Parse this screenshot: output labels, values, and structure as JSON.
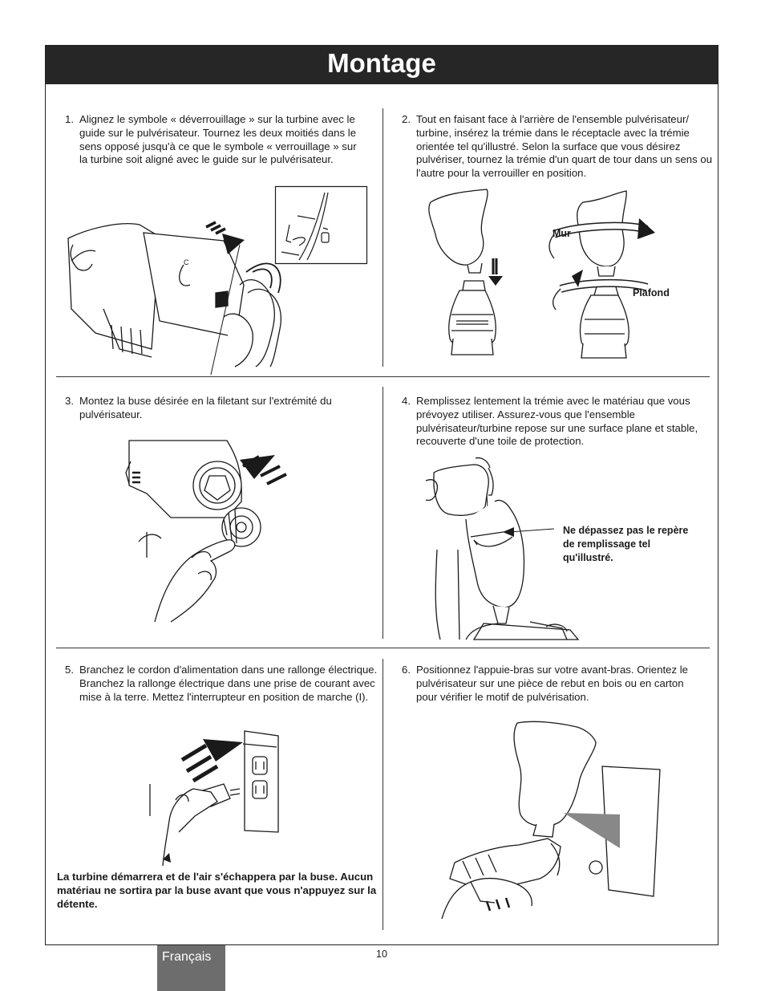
{
  "header": {
    "title": "Montage"
  },
  "steps": [
    {
      "num": "1.",
      "text": "Alignez le symbole « déverrouillage » sur la turbine avec le guide sur le pulvérisateur.  Tournez les deux moitiés dans le sens opposé jusqu'à ce que le symbole « verrouillage » sur la turbine soit aligné avec le guide sur le pulvérisateur."
    },
    {
      "num": "2.",
      "text": "Tout en faisant face à l'arrière de l'ensemble pulvérisateur/ turbine, insérez la trémie dans le réceptacle avec la trémie orientée tel qu'illustré.  Selon la surface que vous désirez pulvériser, tournez la trémie d'un quart de tour dans un sens ou l'autre pour la verrouiller en position."
    },
    {
      "num": "3.",
      "text": "Montez la buse désirée en la filetant sur l'extrémité du pulvérisateur."
    },
    {
      "num": "4.",
      "text": "Remplissez lentement la trémie avec le matériau que vous prévoyez utiliser.  Assurez-vous que l'ensemble pulvérisateur/turbine repose sur une surface plane et stable, recouverte d'une toile de protection."
    },
    {
      "num": "5.",
      "text": "Branchez le cordon d'alimentation dans une rallonge électrique.  Branchez la rallonge électrique dans une prise de courant avec mise à la terre.  Mettez l'interrupteur en position de marche (I)."
    },
    {
      "num": "6.",
      "text": "Positionnez l'appuie-bras sur votre avant-bras.  Orientez le pulvérisateur sur une pièce de rebut en bois ou en carton pour vérifier le motif de pulvérisation."
    }
  ],
  "callouts": {
    "wall": "Mur",
    "ceiling": "Plafond",
    "fill_line": "Ne dépassez pas le repère de remplissage tel qu'illustré."
  },
  "note": "La turbine démarrera et de l'air s'échappera par la buse. Aucun matériau ne sortira par la buse avant que vous n'appuyez sur la détente.",
  "footer": {
    "language": "Français",
    "page_number": "10"
  }
}
